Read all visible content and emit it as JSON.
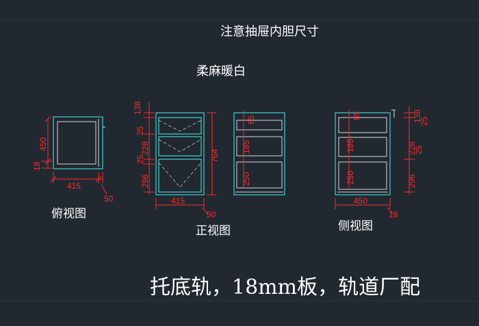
{
  "title": "注意抽屉内胆尺寸",
  "material": "柔麻暖白",
  "note": "托底轨，18mm板，轨道厂配",
  "views": {
    "top": {
      "label": "俯视图",
      "dims": {
        "depth": "450",
        "thickness": "18",
        "width": "415",
        "offset": "50"
      }
    },
    "front": {
      "label": "正视图",
      "dims": {
        "top_gap": "138",
        "gap_a": "25",
        "h1": "228",
        "gap_b": "25",
        "h2": "296",
        "total_h": "764",
        "width": "415",
        "offset": "50"
      }
    },
    "front_inner": {
      "dims": {
        "h_top": "85",
        "h_mid": "185",
        "h_bot": "250"
      }
    },
    "side": {
      "label": "侧视图",
      "dims": {
        "h_top": "85",
        "h_mid": "185",
        "h_bot": "250",
        "top_gap": "138",
        "gap_a": "25",
        "h1": "228",
        "gap_b": "25",
        "h2": "296",
        "width": "450",
        "thickness": "18"
      }
    }
  },
  "colors": {
    "background": "#212830",
    "dimension": "#ff2a2a",
    "outline": "#3fc6c6",
    "text": "#ffffff"
  }
}
